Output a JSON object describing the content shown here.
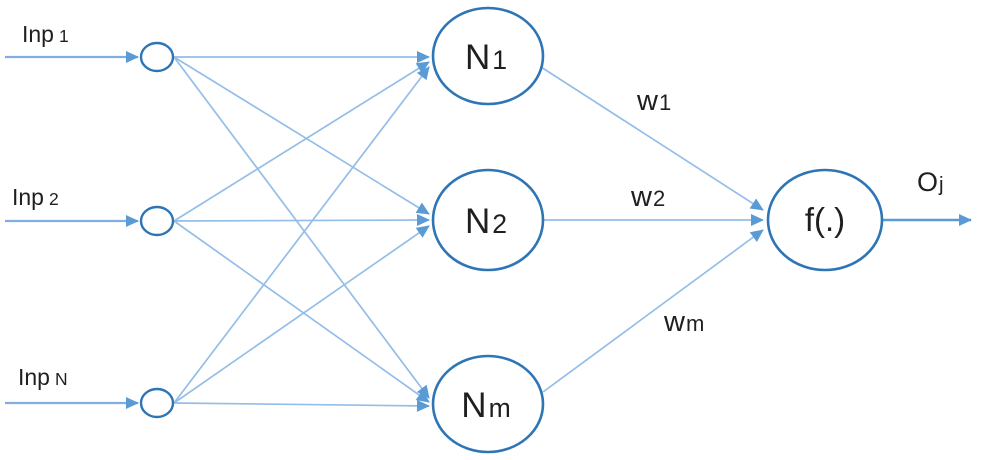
{
  "diagram": {
    "type": "neural-network-diagram",
    "colors": {
      "background": "#FFFFFF",
      "connector": "#94BEE8",
      "input-line": "#7FAEDF",
      "arrow": "#5B9BD5",
      "node-stroke": "#2E75B6",
      "node-fill": "#FFFFFF",
      "text": "#1F1F1F"
    },
    "input_labels": [
      {
        "main": "Inp",
        "sub": "1"
      },
      {
        "main": "Inp",
        "sub": "2"
      },
      {
        "main": "Inp",
        "sub": "N"
      }
    ],
    "hidden_labels": [
      {
        "main": "N",
        "sub": "1"
      },
      {
        "main": "N",
        "sub": "2"
      },
      {
        "main": "N",
        "sub": "m"
      }
    ],
    "weight_labels": [
      {
        "main": "w",
        "sub": "1"
      },
      {
        "main": "w",
        "sub": "2"
      },
      {
        "main": "w",
        "sub": "m"
      }
    ],
    "output_node_label": "f(.)",
    "output_label": {
      "main": "O",
      "sub": "j"
    }
  }
}
